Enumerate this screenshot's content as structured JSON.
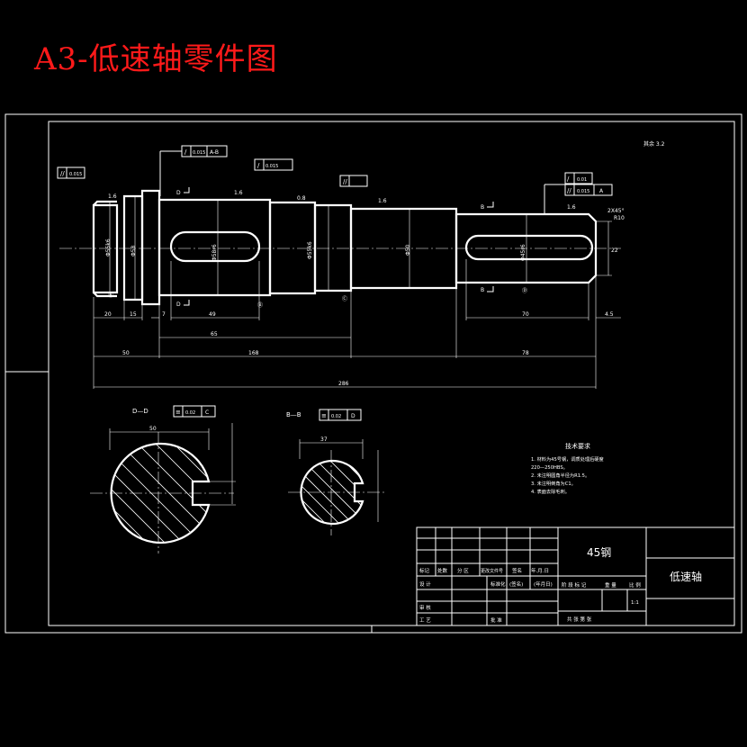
{
  "title": "A3-低速轴零件图",
  "roughness_note": "其余 3.2",
  "gdt": {
    "runout_a": "0.015",
    "runout_ab": "0.015",
    "ref_ab": "A-B",
    "runout_small": "0.015",
    "cyl_right": "0.01",
    "runout_right": "0.015",
    "ref_a": "A",
    "sym_c_val": "0.02",
    "ref_c": "C",
    "sym_d_val": "0.02",
    "ref_d": "D"
  },
  "dims": {
    "d20": "20",
    "d15": "15",
    "d7": "7",
    "d49": "49",
    "d65": "65",
    "d168": "168",
    "d50": "50",
    "d70": "70",
    "d45": "4.5",
    "d78": "78",
    "d286": "286",
    "chamfer": "2X45°",
    "r10": "R10"
  },
  "sections": {
    "dd": "D—D",
    "bb": "B—B",
    "dd_dim": "50",
    "bb_dim": "37"
  },
  "tech": {
    "heading": "技术要求",
    "lines": [
      "1. 材料为45号钢，调质处理后硬度",
      "   220—250HBS。",
      "2. 未注明圆角半径为R1.5。",
      "3. 未注明倒角为C1。",
      "4. 表面去除毛刺。"
    ]
  },
  "title_block": {
    "material": "45钢",
    "part_name": "低速轴",
    "header_cells": [
      "标记",
      "处数",
      "分 区",
      "更改文件号",
      "签名",
      "年.月.日"
    ],
    "design": "设 计",
    "std": "标准化",
    "sign": "(签名)",
    "date": "(年月日)",
    "stage": "阶 段 标 记",
    "weight": "重 量",
    "ratio": "比 例",
    "scale_val": "1:1",
    "check": "审 核",
    "craft": "工 艺",
    "approve": "批 准",
    "sheet": "共  张  第  张"
  }
}
